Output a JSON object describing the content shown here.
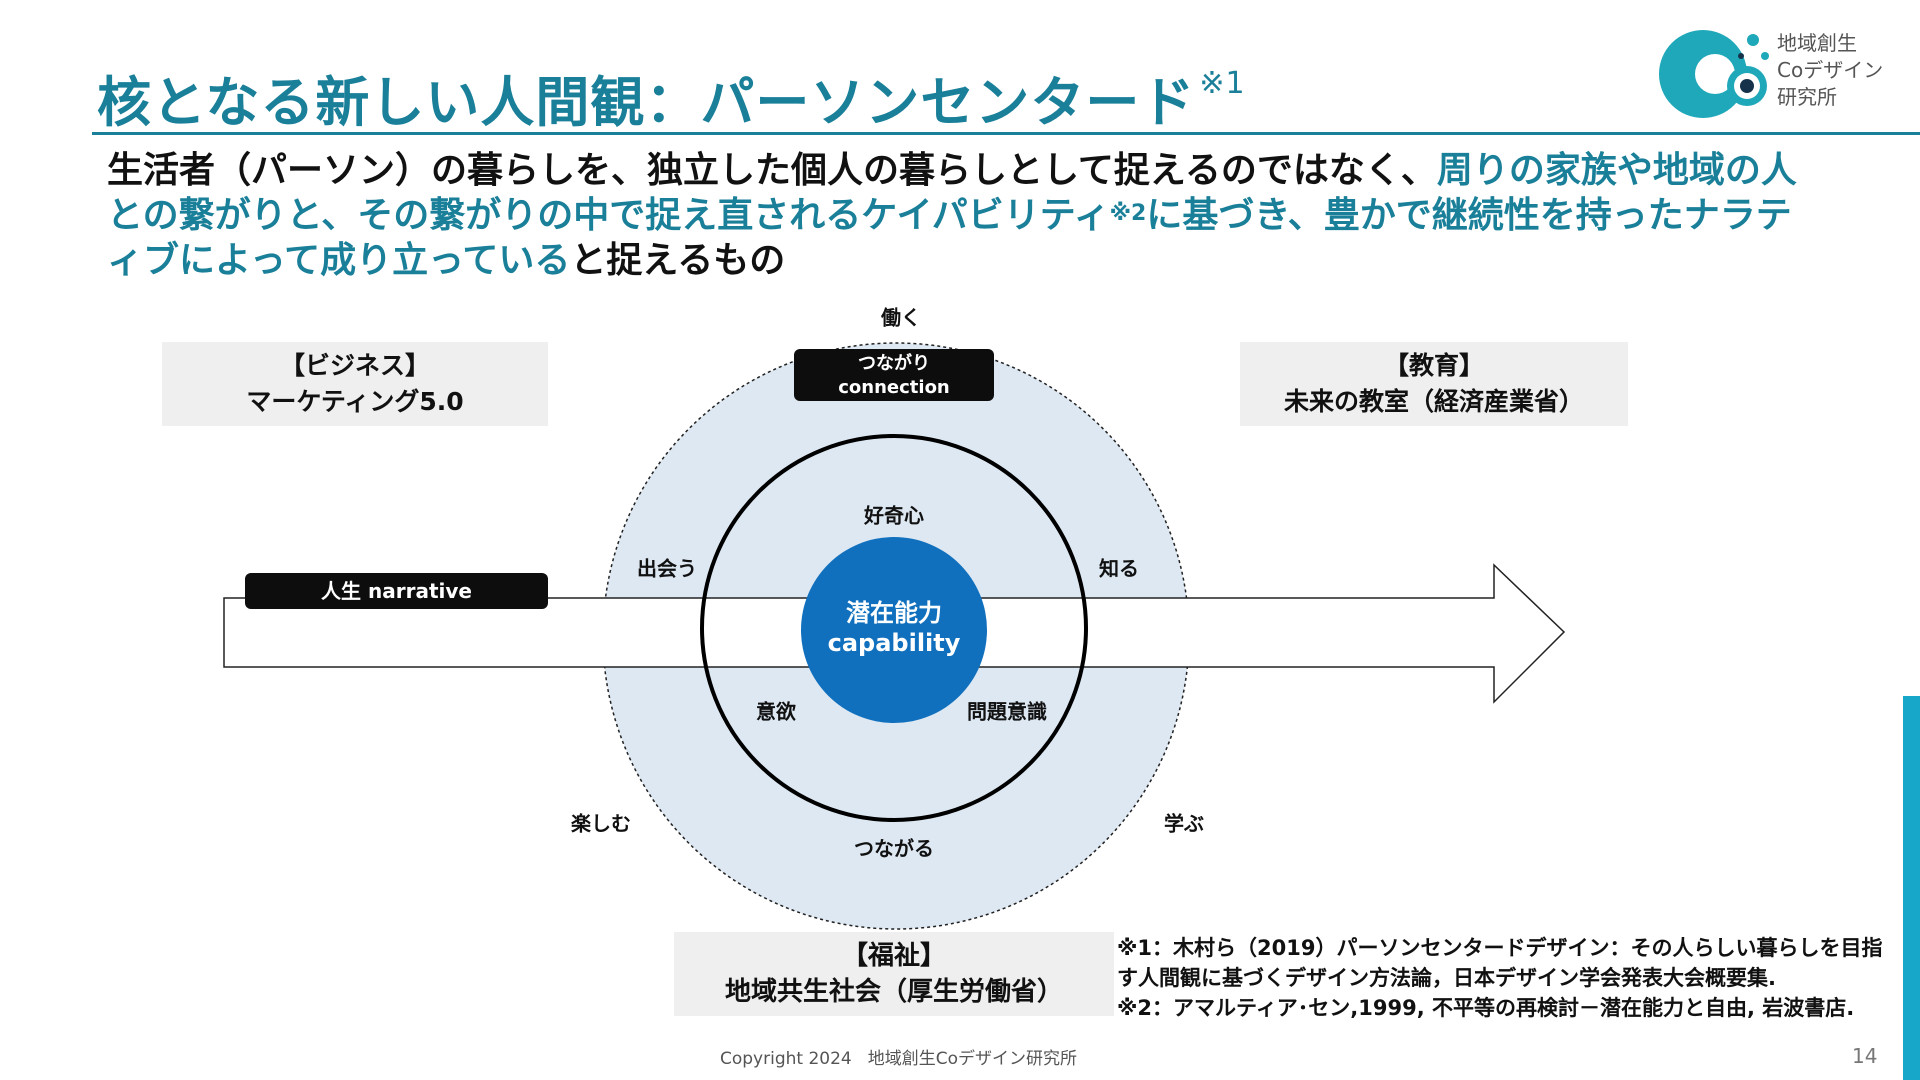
{
  "title": {
    "main": "核となる新しい人間観：パーソンセンタード",
    "note": "※1"
  },
  "logo": {
    "text": "地域創生\nCoデザイン\n研究所",
    "icon": "co-design-logo-icon",
    "color": "#1fa8b9"
  },
  "lead": {
    "part1": "生活者（パーソン）の暮らしを、独立した個人の暮らしとして捉えるのではなく、",
    "part2": "周りの家族や地域の人との繋がりと、その繋がりの中で捉え直されるケイパビリティ",
    "note": "※2",
    "part3": "に基づき、豊かで継続性を持ったナラティブによって成り立っている",
    "part4": "と捉えるもの"
  },
  "boxes": {
    "business": {
      "line1": "【ビジネス】",
      "line2": "マーケティング5.0"
    },
    "education": {
      "line1": "【教育】",
      "line2": "未来の教室（経済産業省）"
    },
    "welfare": {
      "line1": "【福祉】",
      "line2": "地域共生社会（厚生労働省）"
    }
  },
  "diagram": {
    "top_label": "働く",
    "connection_tag": {
      "line1": "つながり",
      "line2": "connection"
    },
    "narrative_tag": "人生 narrative",
    "outer_labels": {
      "meet": "出会う",
      "know": "知る",
      "enjoy": "楽しむ",
      "learn": "学ぶ",
      "connect": "つながる"
    },
    "inner_labels": {
      "curiosity": "好奇心",
      "motivation": "意欲",
      "awareness": "問題意識"
    },
    "core": {
      "line1": "潜在能力",
      "line2": "capability"
    },
    "colors": {
      "outer_fill": "#dde8f3",
      "core_fill": "#1170bd",
      "accent": "#1a7f99"
    }
  },
  "references": {
    "line1": "※1：木村ら（2019）パーソンセンタードデザイン：その人らしい暮らしを目指",
    "line2": "す人間観に基づくデザイン方法論，日本デザイン学会発表大会概要集.",
    "line3": "※2：アマルティア･セン,1999, 不平等の再検討－潜在能力と自由, 岩波書店."
  },
  "footer": {
    "copyright": "Copyright 2024",
    "org": "地域創生Coデザイン研究所",
    "page": "14"
  }
}
